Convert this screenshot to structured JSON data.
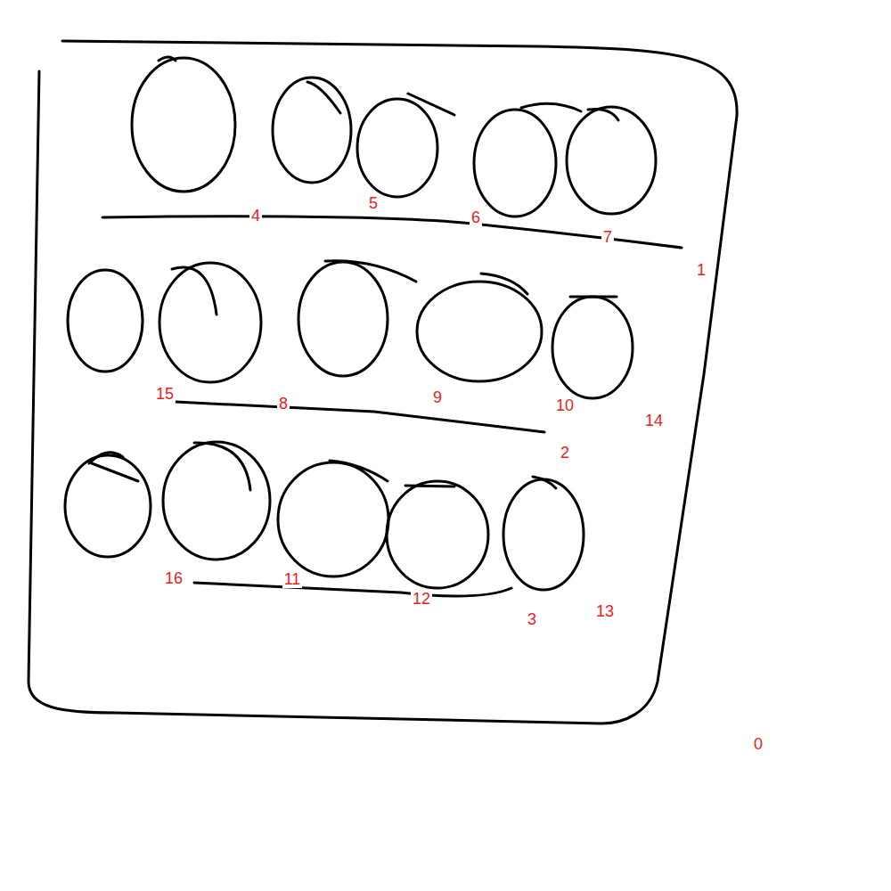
{
  "diagram": {
    "labels": [
      "4",
      "5",
      "6",
      "7",
      "1",
      "15",
      "8",
      "9",
      "10",
      "14",
      "2",
      "16",
      "11",
      "12",
      "3",
      "13",
      "0"
    ]
  }
}
